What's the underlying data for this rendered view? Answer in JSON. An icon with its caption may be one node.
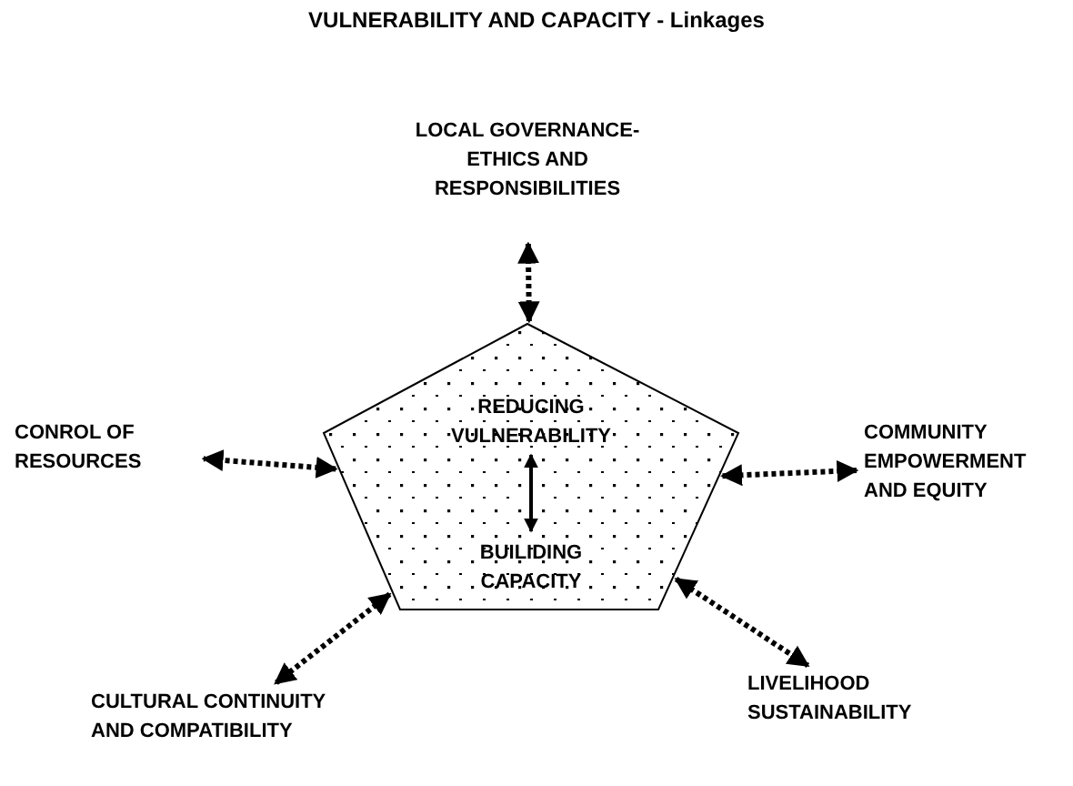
{
  "diagram": {
    "title": "VULNERABILITY AND CAPACITY - Linkages",
    "nodes": [
      {
        "text": [],
        "shape": "pentagon"
      },
      {
        "text": [
          "REDUCING VULNERABILITY"
        ],
        "in": 0
      },
      {
        "text": [
          "BUILIDING CAPACITY"
        ],
        "in": 0
      },
      {
        "text": [
          "LOCAL GOVERNANCE- ETHICS AND RESPONSIBILITIES"
        ]
      },
      {
        "text": [
          "CONROL OF RESOURCES"
        ]
      },
      {
        "text": [
          "COMMUNITY EMPOWERMENT AND EQUITY"
        ]
      },
      {
        "text": [
          "CULTURAL CONTINUITY AND COMPATIBILITY"
        ]
      },
      {
        "text": [
          "LIVELIHOOD SUSTAINABILITY"
        ]
      }
    ],
    "edges": [
      {
        "from": 1,
        "to": 2,
        "arrow": "both"
      },
      {
        "from": 0,
        "to": 3,
        "arrow": "both",
        "style": "dashed"
      },
      {
        "from": 0,
        "to": 4,
        "arrow": "both",
        "style": "dashed"
      },
      {
        "from": 0,
        "to": 5,
        "arrow": "both",
        "style": "dashed"
      },
      {
        "from": 0,
        "to": 6,
        "arrow": "both",
        "style": "dashed"
      },
      {
        "from": 0,
        "to": 7,
        "arrow": "both",
        "style": "dashed"
      }
    ]
  }
}
